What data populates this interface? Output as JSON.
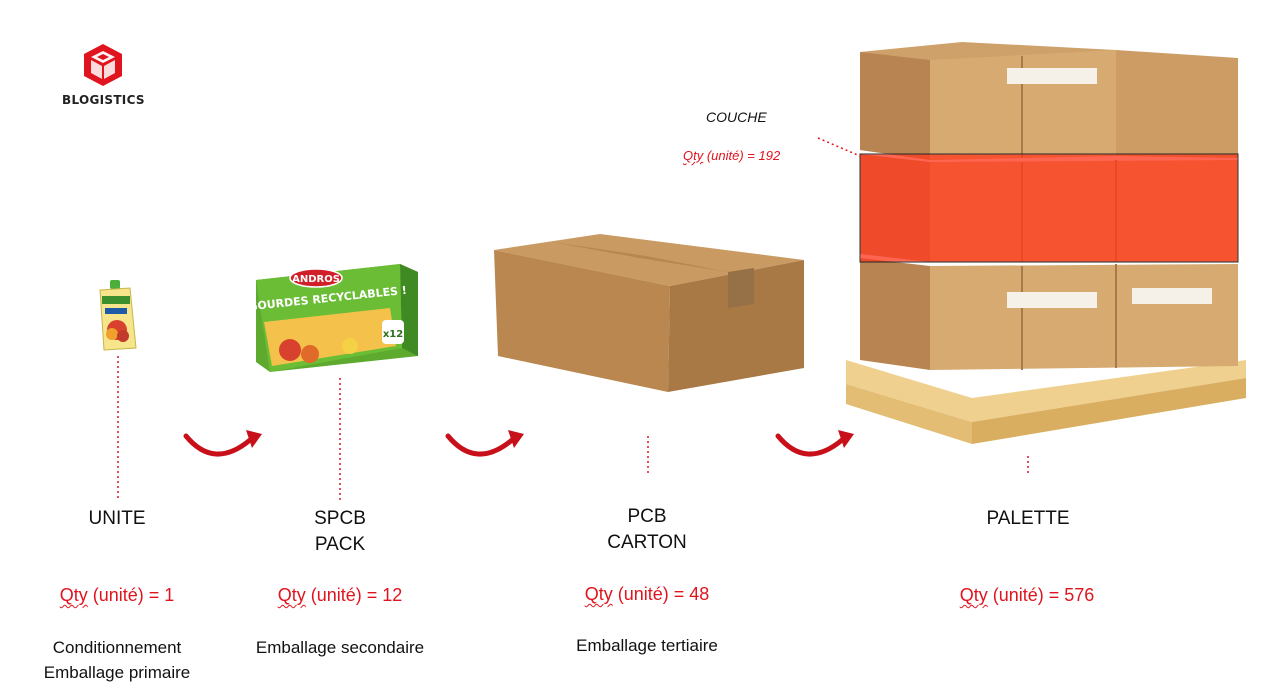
{
  "logo": {
    "name": "BLOGISTICS",
    "color": "#e0141e"
  },
  "couche": {
    "label": "COUCHE",
    "qty_word": "Qty",
    "qty_rest": " (unité) = 192"
  },
  "stages": [
    {
      "title_1": "UNITE",
      "title_2": "",
      "qty_word": "Qty",
      "qty_rest": " (unité) = 1",
      "desc_1": "Conditionnement",
      "desc_2": "Emballage primaire",
      "image": "pouch-icon"
    },
    {
      "title_1": "SPCB",
      "title_2": "PACK",
      "qty_word": "Qty",
      "qty_rest": " (unité) = 12",
      "desc_1": "Emballage secondaire",
      "desc_2": "",
      "image": "pack-icon",
      "pack_brand": "ANDROS",
      "pack_text": "GOURDES RECYCLABLES !",
      "pack_count": "x12"
    },
    {
      "title_1": "PCB",
      "title_2": "CARTON",
      "qty_word": "Qty",
      "qty_rest": " (unité) = 48",
      "desc_1": "Emballage tertiaire",
      "desc_2": "",
      "image": "carton-icon"
    },
    {
      "title_1": "PALETTE",
      "title_2": "",
      "qty_word": "Qty",
      "qty_rest": " (unité) = 576",
      "desc_1": "",
      "desc_2": "",
      "image": "pallet-icon"
    }
  ],
  "colors": {
    "accent": "#e0141e",
    "cardboard": "#c99a62",
    "highlight": "#ff3b1f"
  }
}
